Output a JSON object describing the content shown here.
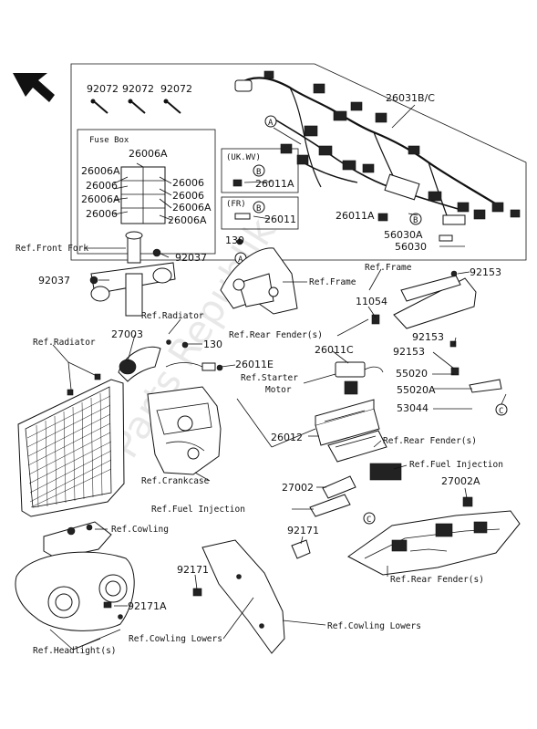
{
  "labels": {
    "l92072a": "92072",
    "l92072b": "92072",
    "l92072c": "92072",
    "l26031": "26031B/C",
    "fusebox": "Fuse Box",
    "l26006A_top": "26006A",
    "l26006A_l1": "26006A",
    "l26006_l1": "26006",
    "l26006A_l2": "26006A",
    "l26006_l2": "26006",
    "l26006_r1": "26006",
    "l26006_r2": "26006",
    "l26006A_r1": "26006A",
    "l26006A_r2": "26006A",
    "ukwv": "(UK.WV)",
    "l26011A_a": "26011A",
    "fr": "(FR)",
    "l26011": "26011",
    "l26011A_b": "26011A",
    "l56030A": "56030A",
    "l56030": "56030",
    "refFrontFork": "Ref.Front Fork",
    "l130a": "130",
    "l92037a": "92037",
    "l92037b": "92037",
    "refFrame1": "Ref.Frame",
    "refFrame2": "Ref.Frame",
    "l92153a": "92153",
    "l11054": "11054",
    "refRadiator1": "Ref.Radiator",
    "refRadiator2": "Ref.Radiator",
    "l27003": "27003",
    "l130b": "130",
    "refRearFender1": "Ref.Rear Fender(s)",
    "l92153b": "92153",
    "l92153c": "92153",
    "l26011E": "26011E",
    "l26011C": "26011C",
    "refStarterMotor1": "Ref.Starter",
    "refStarterMotor2": "Motor",
    "l55020": "55020",
    "l55020A": "55020A",
    "l53044": "53044",
    "l26012": "26012",
    "refRearFender2": "Ref.Rear Fender(s)",
    "refFuelInj1": "Ref.Fuel Injection",
    "refCrankcase": "Ref.Crankcase",
    "l27002": "27002",
    "l27002A": "27002A",
    "refFuelInj2": "Ref.Fuel Injection",
    "refCowling": "Ref.Cowling",
    "l92171a": "92171",
    "l92171b": "92171",
    "refRearFender3": "Ref.Rear Fender(s)",
    "l92171A": "92171A",
    "refCowlingLowers1": "Ref.Cowling Lowers",
    "refCowlingLowers2": "Ref.Cowling Lowers",
    "refHeadlight": "Ref.Headlight(s)"
  },
  "callouts": {
    "A1": "A",
    "A2": "A",
    "B1": "B",
    "B2": "B",
    "B3": "B",
    "C1": "C",
    "C2": "C"
  },
  "watermark": "Parts Republik"
}
